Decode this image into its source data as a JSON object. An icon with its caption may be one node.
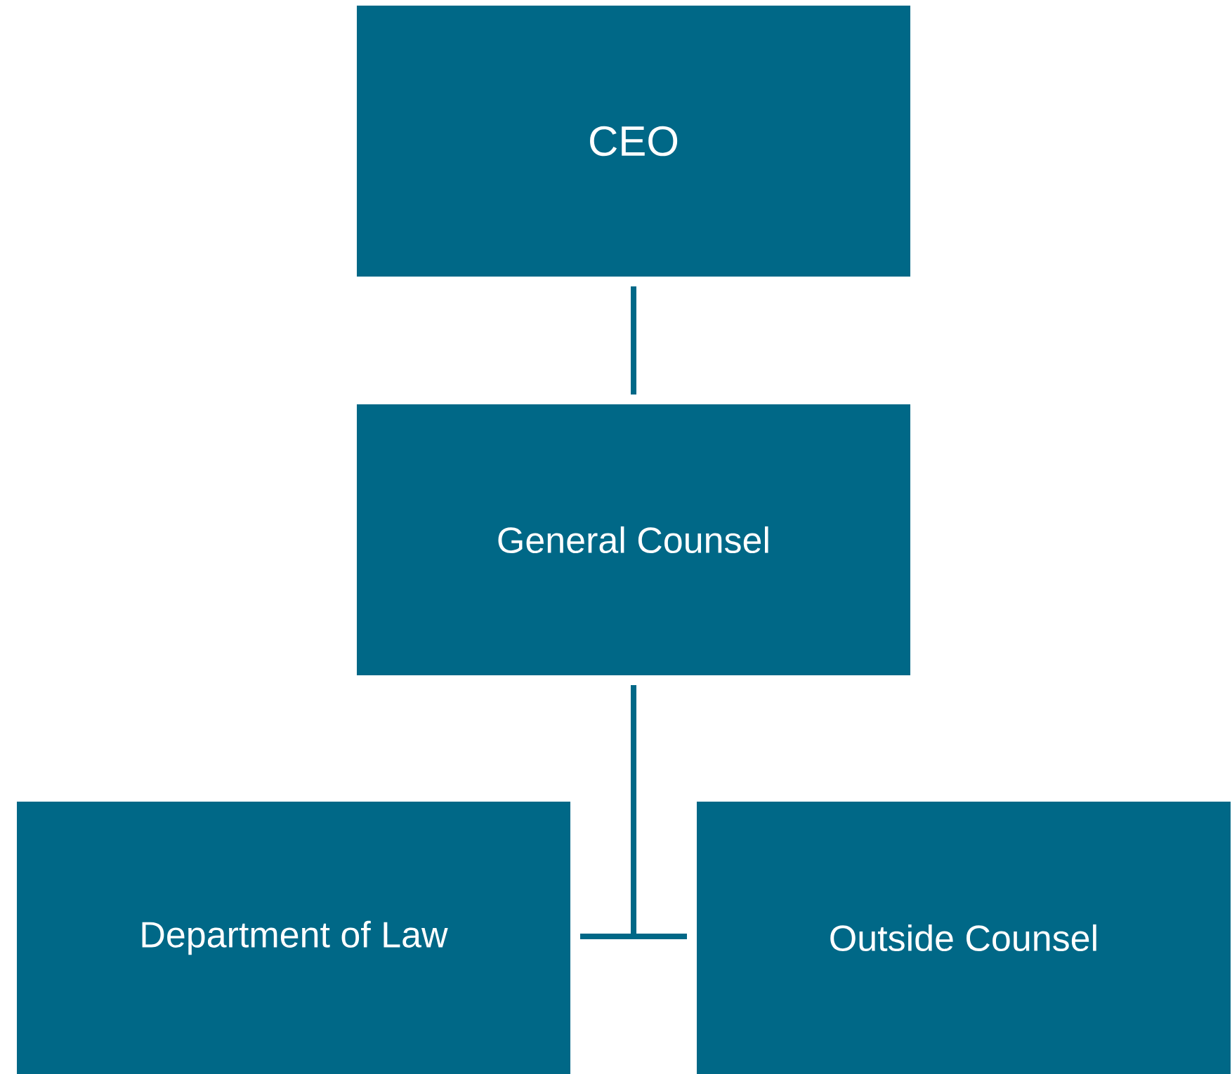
{
  "diagram": {
    "nodes": [
      {
        "text": [
          "CEO"
        ]
      },
      {
        "text": [
          "General Counsel"
        ]
      },
      {
        "text": [
          "Department of Law"
        ]
      },
      {
        "text": [
          "Outside Counsel"
        ]
      }
    ],
    "edges": [
      {
        "from": 0,
        "to": 1,
        "arrow": "none"
      },
      {
        "from": 1,
        "to": 2,
        "arrow": "none"
      },
      {
        "from": 1,
        "to": 3,
        "arrow": "none"
      }
    ]
  }
}
